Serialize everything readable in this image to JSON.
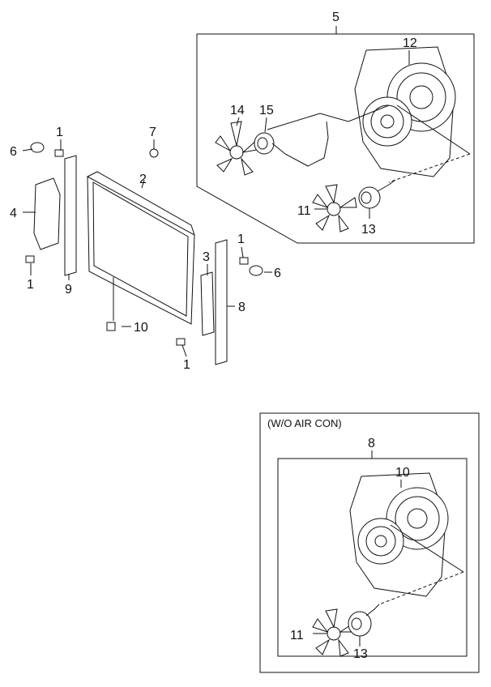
{
  "callouts": {
    "c1a": "1",
    "c1b": "1",
    "c1c": "1",
    "c1d": "1",
    "c2": "2",
    "c3": "3",
    "c4": "4",
    "c5": "5",
    "c6a": "6",
    "c6b": "6",
    "c7": "7",
    "c8": "8",
    "c9": "9",
    "c10": "10",
    "c11": "11",
    "c12": "12",
    "c13": "13",
    "c14": "14",
    "c15": "15"
  },
  "inset": {
    "title": "(W/O AIR CON)",
    "c8": "8",
    "c10": "10",
    "c11": "11",
    "c13": "13"
  }
}
